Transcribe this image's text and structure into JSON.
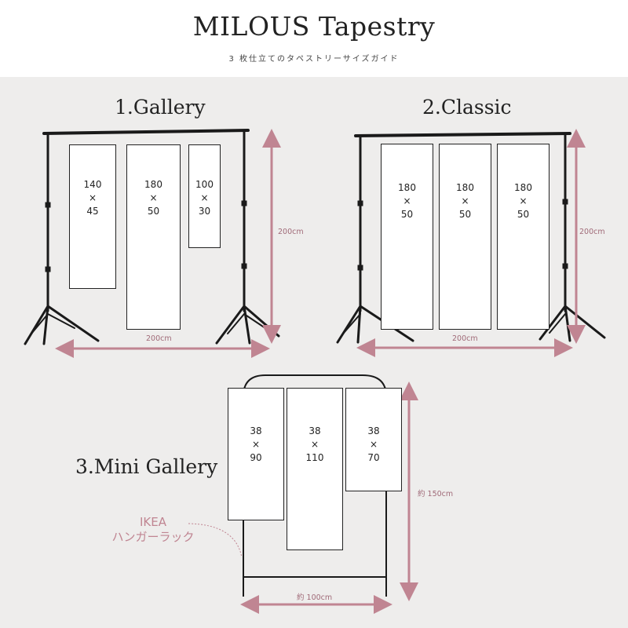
{
  "header": {
    "title": "MILOUS Tapestry",
    "subtitle": "3 枚仕立てのタペストリーサイズガイド"
  },
  "colors": {
    "background": "#eeedec",
    "header_background": "#ffffff",
    "accent_arrow": "#c08592",
    "stand": "#1a1a1a"
  },
  "sections": {
    "gallery": {
      "title": "1.Gallery",
      "panels": [
        {
          "h": "140",
          "x": "×",
          "w": "45"
        },
        {
          "h": "180",
          "x": "×",
          "w": "50"
        },
        {
          "h": "100",
          "x": "×",
          "w": "30"
        }
      ],
      "height_label": "200cm",
      "width_label": "200cm"
    },
    "classic": {
      "title": "2.Classic",
      "panels": [
        {
          "h": "180",
          "x": "×",
          "w": "50"
        },
        {
          "h": "180",
          "x": "×",
          "w": "50"
        },
        {
          "h": "180",
          "x": "×",
          "w": "50"
        }
      ],
      "height_label": "200cm",
      "width_label": "200cm"
    },
    "mini": {
      "title": "3.Mini Gallery",
      "panels": [
        {
          "h": "38",
          "x": "×",
          "w": "90"
        },
        {
          "h": "38",
          "x": "×",
          "w": "110"
        },
        {
          "h": "38",
          "x": "×",
          "w": "70"
        }
      ],
      "height_label": "約 150cm",
      "width_label": "約 100cm",
      "note_line1": "IKEA",
      "note_line2": "ハンガーラック"
    }
  }
}
